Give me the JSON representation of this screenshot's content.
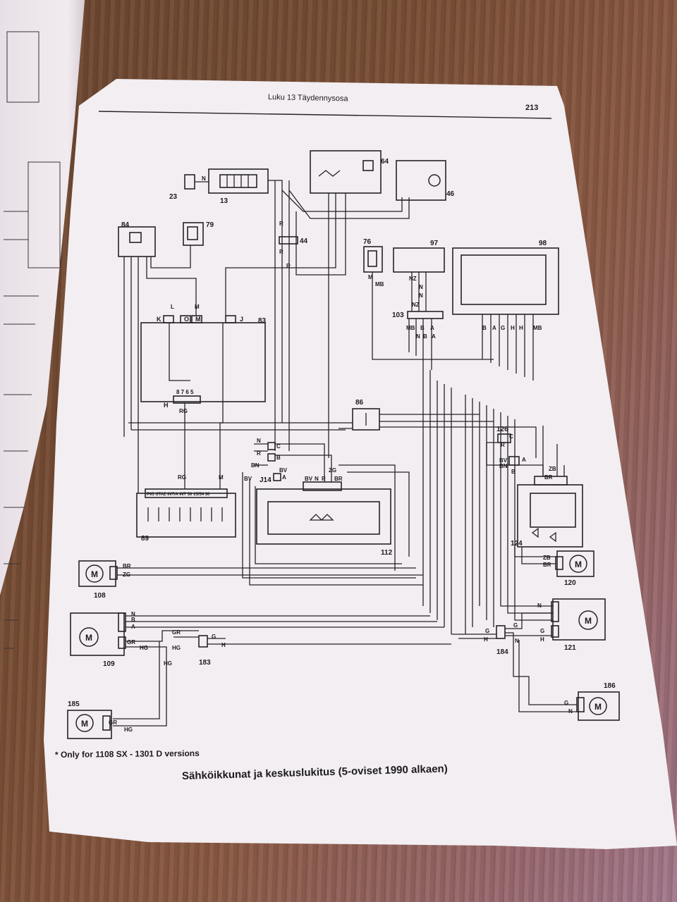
{
  "header": {
    "chapter": "Luku 13  Täydennysosa",
    "page_number": "213"
  },
  "components": [
    {
      "id": "23"
    },
    {
      "id": "13"
    },
    {
      "id": "64"
    },
    {
      "id": "46"
    },
    {
      "id": "84"
    },
    {
      "id": "79"
    },
    {
      "id": "44"
    },
    {
      "id": "76"
    },
    {
      "id": "97"
    },
    {
      "id": "98"
    },
    {
      "id": "103"
    },
    {
      "id": "83"
    },
    {
      "id": "86"
    },
    {
      "id": "126"
    },
    {
      "id": "J14"
    },
    {
      "id": "89"
    },
    {
      "id": "112"
    },
    {
      "id": "124"
    },
    {
      "id": "108"
    },
    {
      "id": "120"
    },
    {
      "id": "109"
    },
    {
      "id": "183"
    },
    {
      "id": "184"
    },
    {
      "id": "121"
    },
    {
      "id": "185"
    },
    {
      "id": "186"
    }
  ],
  "wire_labels": {
    "w1": "R",
    "w2": "R",
    "w3": "R",
    "w4": "N",
    "w5": "L",
    "w6": "M",
    "w7": "M",
    "w8": "MB",
    "w9": "NZ",
    "w10": "N",
    "w11": "N",
    "w12": "NZ",
    "w13": "MB",
    "w14": "B",
    "w15": "A",
    "w16": "N",
    "w17": "B",
    "w18": "A",
    "w19": "B",
    "w20": "A",
    "w21": "G",
    "w22": "H",
    "w23": "H",
    "w24": "MB",
    "w25": "RG",
    "w26": "RG",
    "w27": "M",
    "w28": "N",
    "w29": "R",
    "w30": "BN",
    "w31": "BV",
    "w32": "BV",
    "w33": "BV",
    "w34": "N",
    "w35": "R",
    "w36": "BR",
    "w37": "ZG",
    "w38": "BR",
    "w39": "ZG",
    "w40": "ZB",
    "w41": "BR",
    "w42": "N",
    "w43": "B",
    "w44": "A",
    "w45": "GR",
    "w46": "HG",
    "w47": "GR",
    "w48": "HG",
    "w49": "G",
    "w50": "H",
    "w51": "HG",
    "w52": "GR",
    "w53": "HG",
    "w54": "G",
    "w55": "H",
    "w56": "G",
    "w57": "N",
    "w58": "G",
    "w59": "H",
    "w60": "N",
    "w61": "G",
    "w62": "N",
    "w63": "R",
    "w64": "BV",
    "w65": "BN",
    "w66": "BR",
    "w67": "ZB"
  },
  "connector_pins": {
    "p83_k": "K",
    "p83_o": "O",
    "p83_m": "M",
    "p83_j": "J",
    "p83_h": "H",
    "p83_nums": "8  7  6  5",
    "p89": "P95   STAZ   INT/A   INT   50   15/54   30",
    "j14_a": "A",
    "j14_b": "B",
    "j14_c": "C",
    "c126_c": "C",
    "c126_a": "A",
    "c126_b": "B"
  },
  "motor_symbol": "M",
  "footnote": "* Only for 1108 SX - 1301 D versions",
  "caption": "Sähköikkunat ja keskuslukitus (5-oviset 1990 alkaen)",
  "colors": {
    "paper": "#f3eef1",
    "ink": "#1c1a1d",
    "wood": "#7a4f36"
  }
}
